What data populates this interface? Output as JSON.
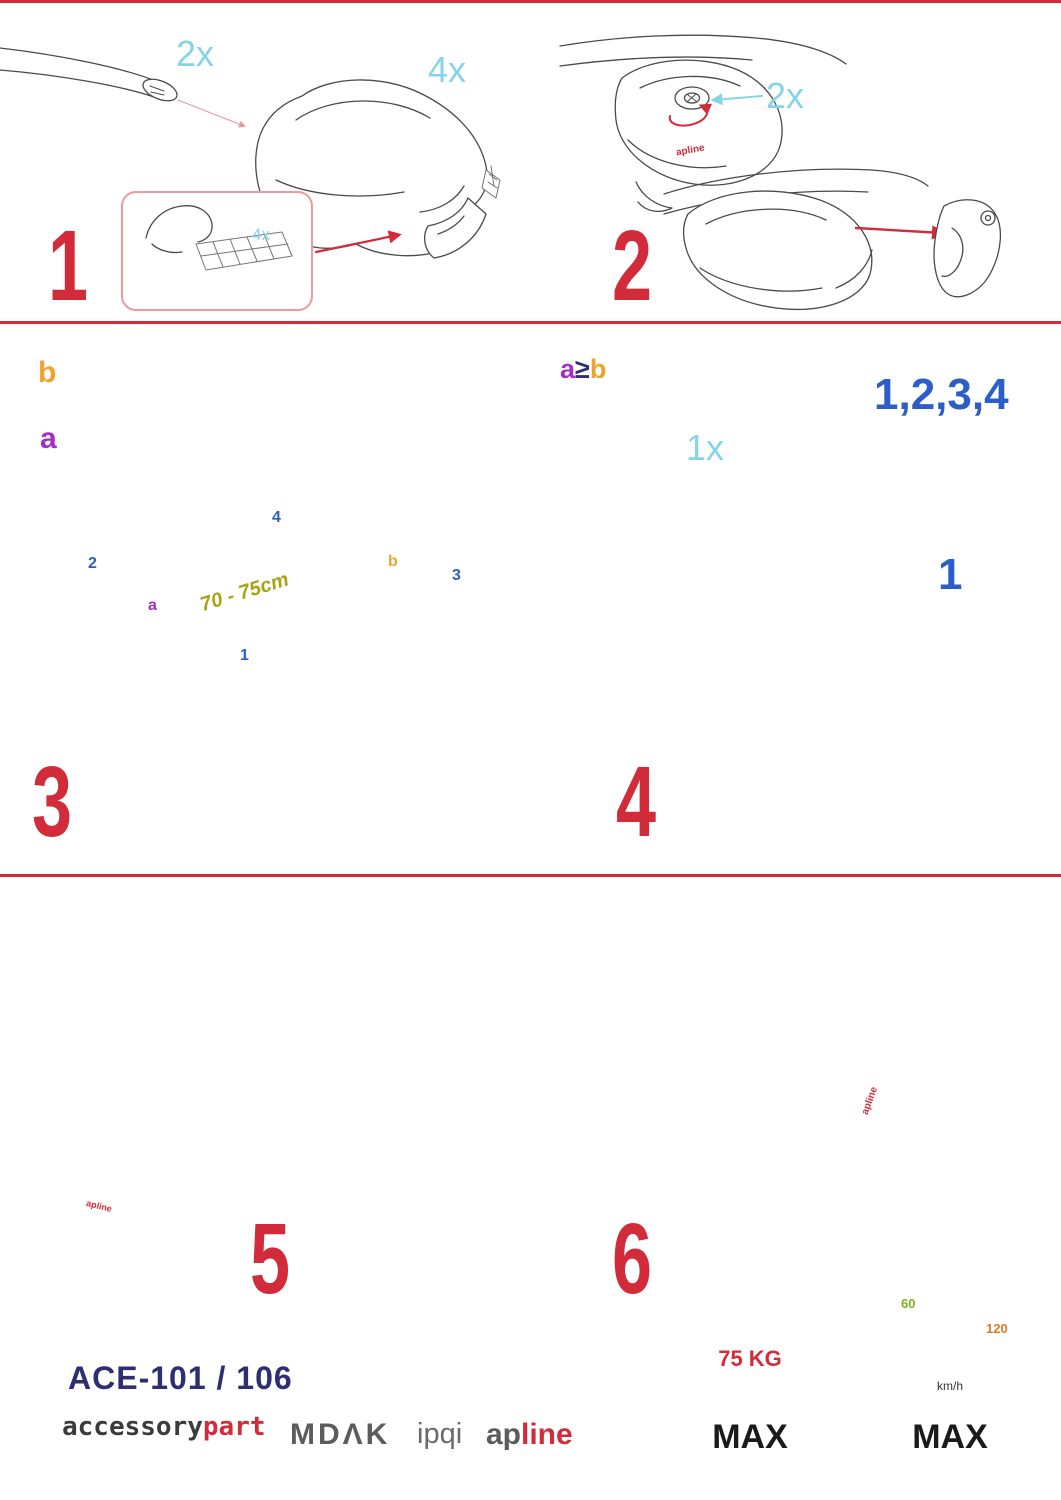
{
  "steps": {
    "step1": {
      "number": "1",
      "bar_qty": "2x",
      "foot_qty": "4x",
      "pad_qty": "4x"
    },
    "step2": {
      "number": "2",
      "cover_qty": "2x"
    },
    "step3": {
      "number": "3",
      "bar_b_label": "b",
      "bar_a_label": "a",
      "distance_label": "70 - 75cm",
      "roof": {
        "p1": "1",
        "p2": "2",
        "p3": "3",
        "p4": "4",
        "a": "a",
        "b": "b"
      }
    },
    "step4": {
      "number": "4",
      "rule": {
        "a": "a",
        "op": "≥",
        "b": "b"
      },
      "sequence": "1,2,3,4",
      "tool_qty": "1x",
      "first": "1"
    },
    "step5": {
      "number": "5"
    },
    "step6": {
      "number": "6"
    }
  },
  "branding": {
    "model": "ACE-101 / 106",
    "accessory": "accessory",
    "part": "part",
    "mdak": "MDΛK",
    "ipqi": "ipqi",
    "ap": "ap",
    "line": "line",
    "apline_tag": "apline"
  },
  "limits": {
    "weight": "75 KG",
    "weight_max": "MAX",
    "speed_low": "60",
    "speed_high": "120",
    "speed_unit": "km/h",
    "speed_max": "MAX"
  },
  "colors": {
    "accent_red": "#d22b3a",
    "cyan": "#85d5e6",
    "orange": "#f0a231",
    "purple": "#a62bc8",
    "blue": "#2b5ec9",
    "olive": "#a8a416",
    "navy": "#2e2e72",
    "youtube_red": "#e62117"
  }
}
